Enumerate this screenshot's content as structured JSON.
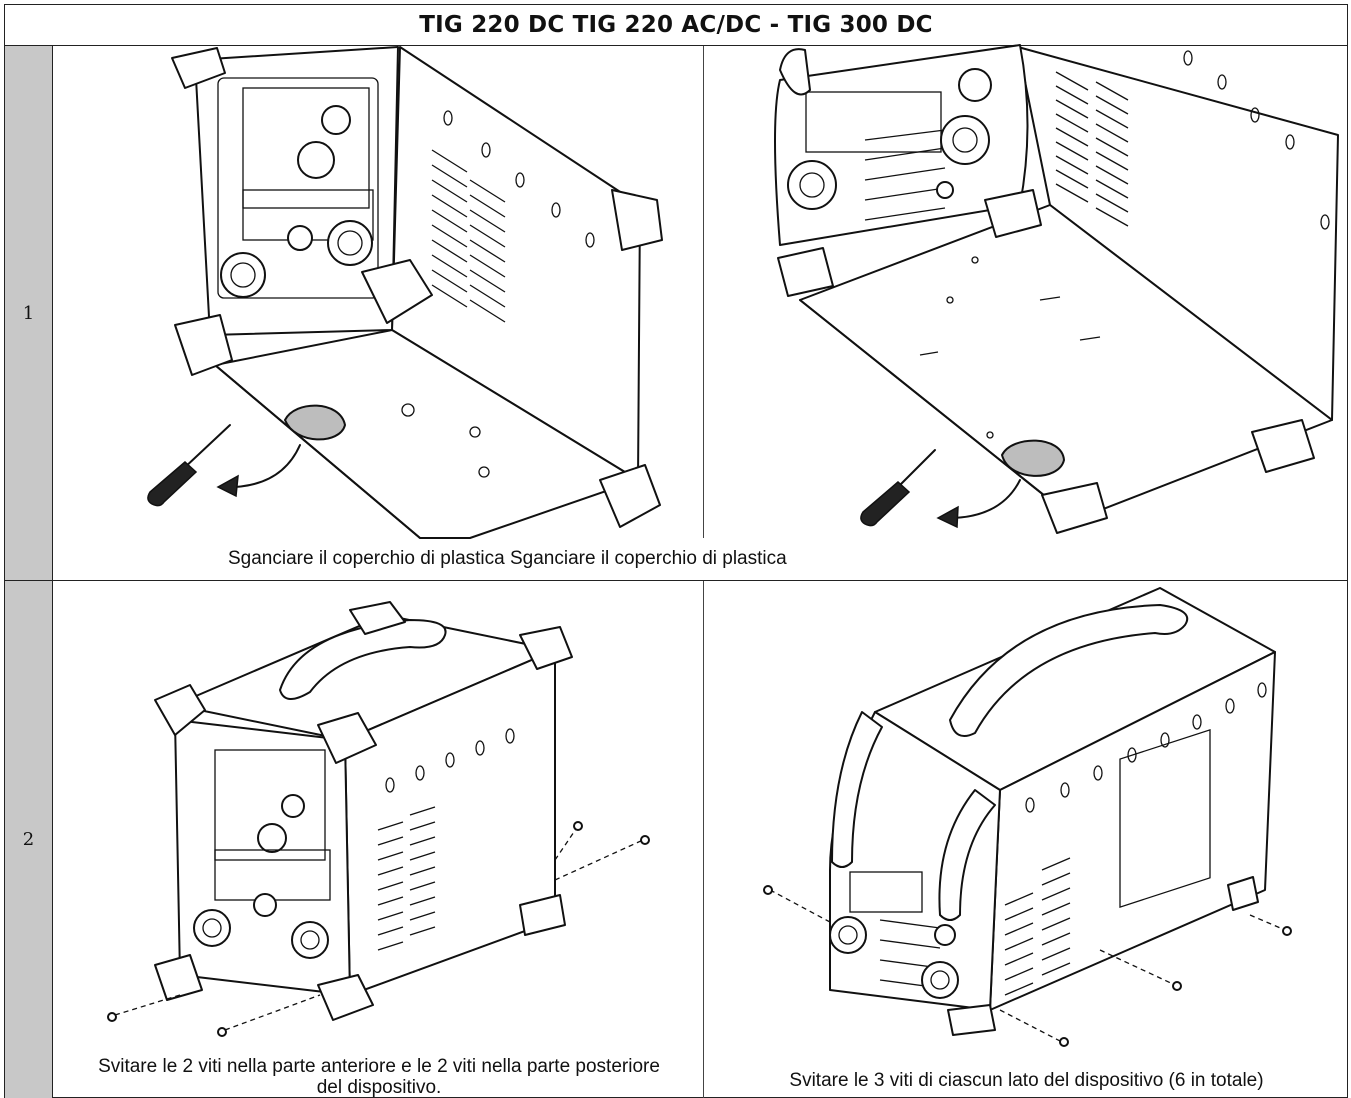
{
  "header": {
    "title": "TIG 220 DC TIG 220 AC/DC - TIG 300 DC"
  },
  "steps": [
    {
      "number": "1",
      "caption": "Sganciare il coperchio di plastica Sganciare il coperchio di plastica"
    },
    {
      "number": "2",
      "caption_left_line1": "Svitare le 2 viti nella parte anteriore e le 2 viti nella parte posteriore",
      "caption_left_line2": "del dispositivo.",
      "caption_right": "Svitare le 3 viti di ciascun lato del dispositivo (6 in totale)"
    }
  ],
  "illustrations": {
    "panel_1_left": "welder-bottom-view-small",
    "panel_1_right": "welder-bottom-view-large",
    "panel_2_left": "welder-screws-front-rear",
    "panel_2_right": "welder-screws-sides",
    "tool_icon": "screwdriver-icon",
    "arrow_icon": "curved-arrow-icon"
  }
}
